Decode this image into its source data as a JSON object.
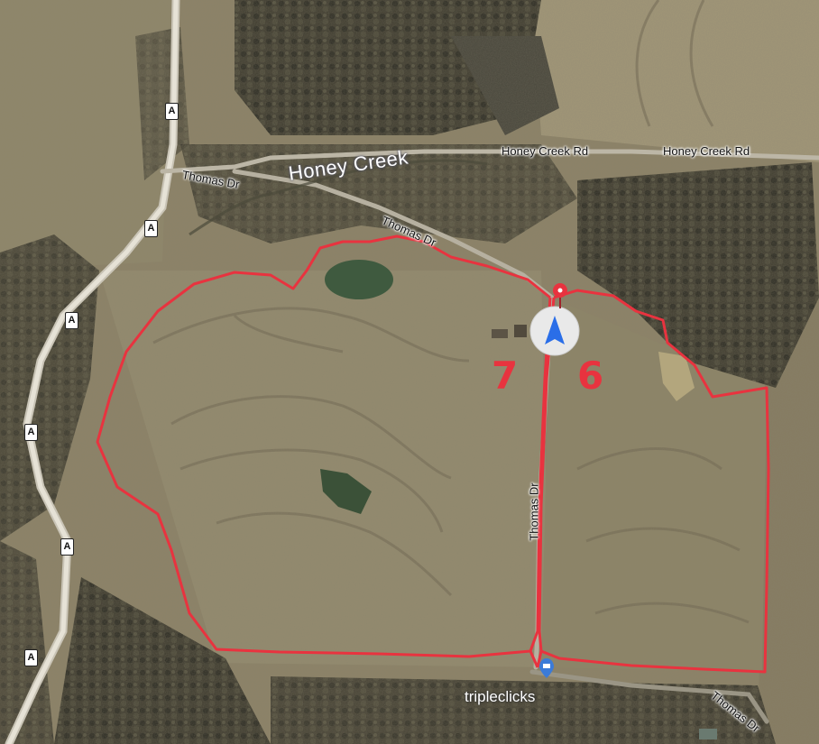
{
  "map": {
    "water_label": "Honey Creek",
    "roads": {
      "honey_creek_rd_1": "Honey Creek Rd",
      "honey_creek_rd_2": "Honey Creek Rd",
      "thomas_dr_west": "Thomas Dr",
      "thomas_dr_curve": "Thomas Dr",
      "thomas_dr_vertical": "Thomas Dr",
      "thomas_dr_south": "Thomas Dr"
    },
    "route_shields": [
      "A",
      "A",
      "A",
      "A",
      "A",
      "A"
    ],
    "parcels": [
      {
        "label": "7"
      },
      {
        "label": "6"
      }
    ],
    "place": {
      "name": "tripleclicks",
      "icon": "place-pin-icon"
    },
    "colors": {
      "boundary": "#e8333f",
      "parcel_number": "#e8333f",
      "location_puck": "#2a6ee8",
      "field": "#8f8468",
      "forest": "#3b3a2c"
    },
    "icons": {
      "drop_pin": "red-drop-pin-icon",
      "location": "navigation-arrow-icon"
    }
  }
}
